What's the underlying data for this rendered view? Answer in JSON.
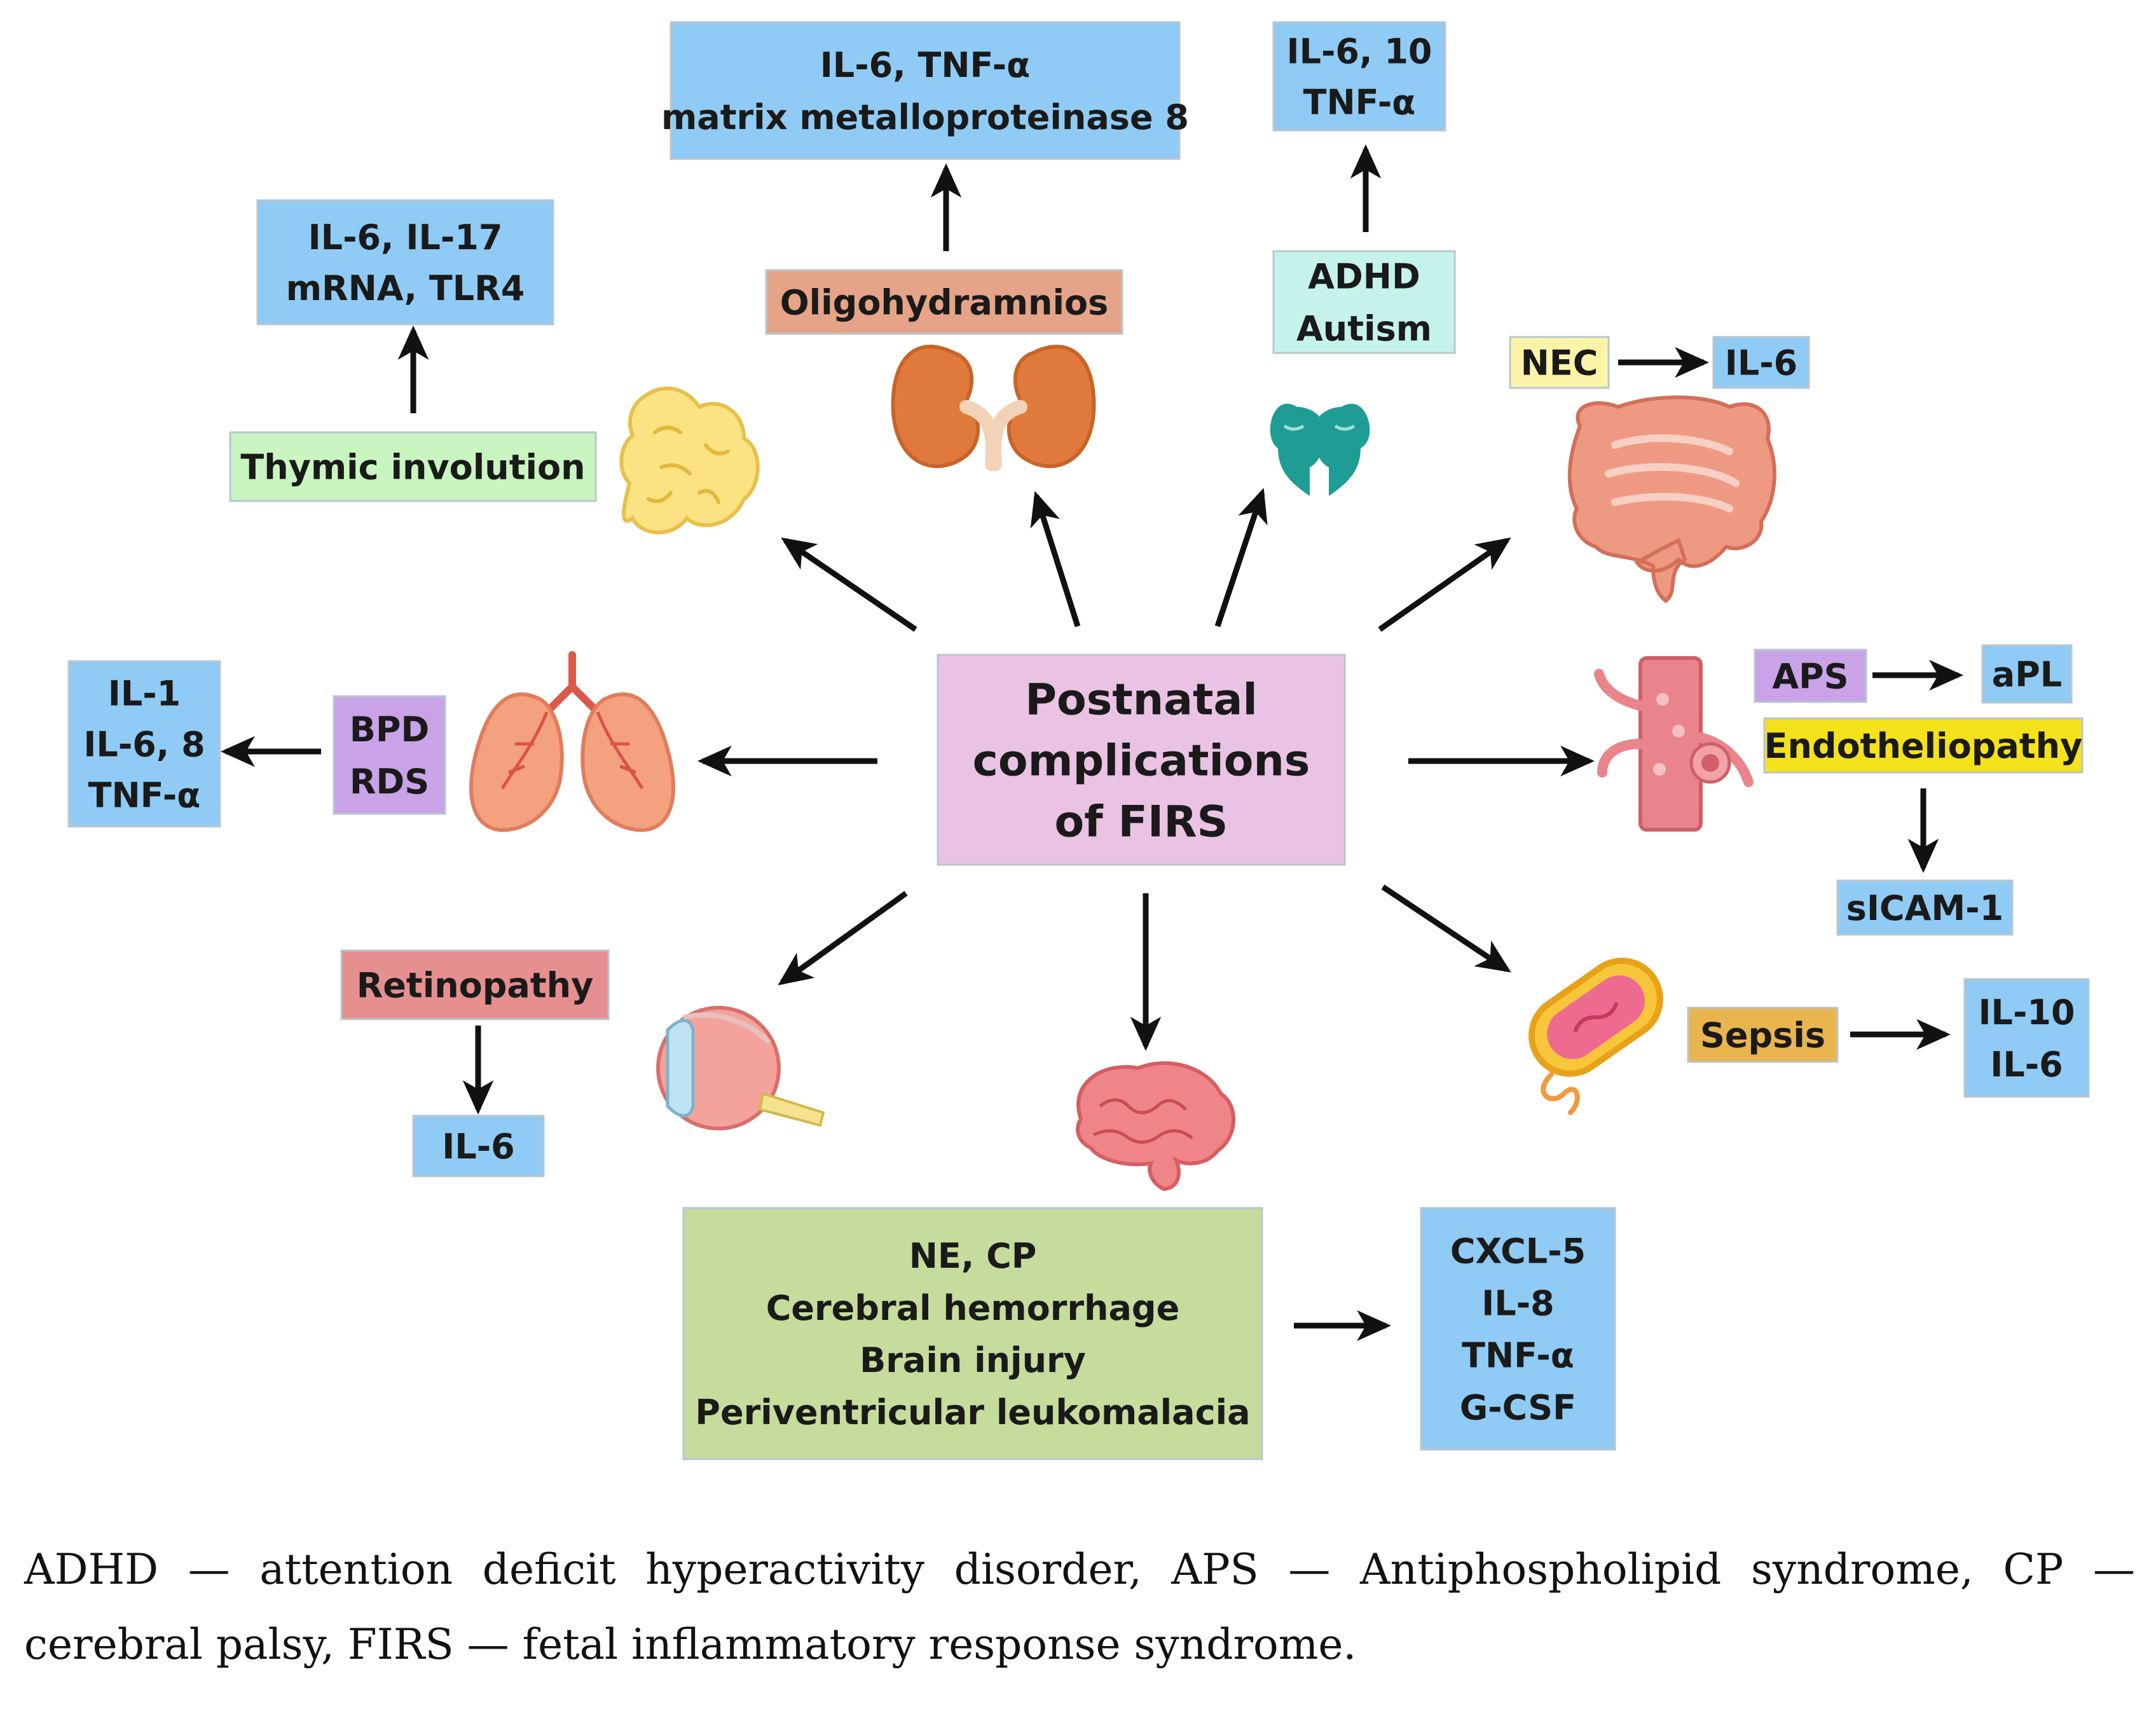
{
  "colors": {
    "blue": "#8fcbf4",
    "pink": "#eac3e4",
    "green": "#c5dc9c",
    "light_green": "#c9f5c0",
    "orange": "#e5a487",
    "teal_light": "#c5f3ec",
    "yellow_light": "#fbf4a8",
    "yellow": "#f4e21b",
    "violet": "#c9a2e8",
    "red_box": "#e68f8f",
    "amber": "#e8b54e",
    "arrow": "#111111"
  },
  "icons": [
    "thymus-icon",
    "kidneys-icon",
    "brain-heads-icon",
    "intestine-icon",
    "lungs-icon",
    "blood-vessel-icon",
    "eye-icon",
    "brain-icon",
    "bacterium-icon"
  ],
  "center": {
    "lines": [
      "Postnatal",
      "complications",
      "of FIRS"
    ]
  },
  "boxes": {
    "thymus_markers": [
      "IL-6, IL-17",
      "mRNA, TLR4"
    ],
    "thymic_involution": [
      "Thymic involution"
    ],
    "oligo_markers": [
      "IL-6, TNF-α",
      "matrix metalloproteinase 8"
    ],
    "oligohydramnios": [
      "Oligohydramnios"
    ],
    "adhd_markers": [
      "IL-6, 10",
      "TNF-α"
    ],
    "adhd": [
      "ADHD",
      "Autism"
    ],
    "nec": [
      "NEC"
    ],
    "nec_marker": [
      "IL-6"
    ],
    "lung_markers": [
      "IL-1",
      "IL-6, 8",
      "TNF-α"
    ],
    "bpd": [
      "BPD",
      "RDS"
    ],
    "aps": [
      "APS"
    ],
    "apl": [
      "aPL"
    ],
    "endotheliopathy": [
      "Endotheliopathy"
    ],
    "sicam": [
      "sICAM-1"
    ],
    "retinopathy": [
      "Retinopathy"
    ],
    "retino_marker": [
      "IL-6"
    ],
    "sepsis": [
      "Sepsis"
    ],
    "sepsis_markers": [
      "IL-10",
      "IL-6"
    ],
    "brain_conditions": [
      "NE, CP",
      "Cerebral hemorrhage",
      "Brain injury",
      "Periventricular leukomalacia"
    ],
    "brain_markers": [
      "CXCL-5",
      "IL-8",
      "TNF-α",
      "G-CSF"
    ]
  },
  "caption": "ADHD — attention deficit hyperactivity disorder, APS — Antiphospholipid syndrome, CP — cerebral palsy, FIRS — fetal inflammatory response syndrome."
}
